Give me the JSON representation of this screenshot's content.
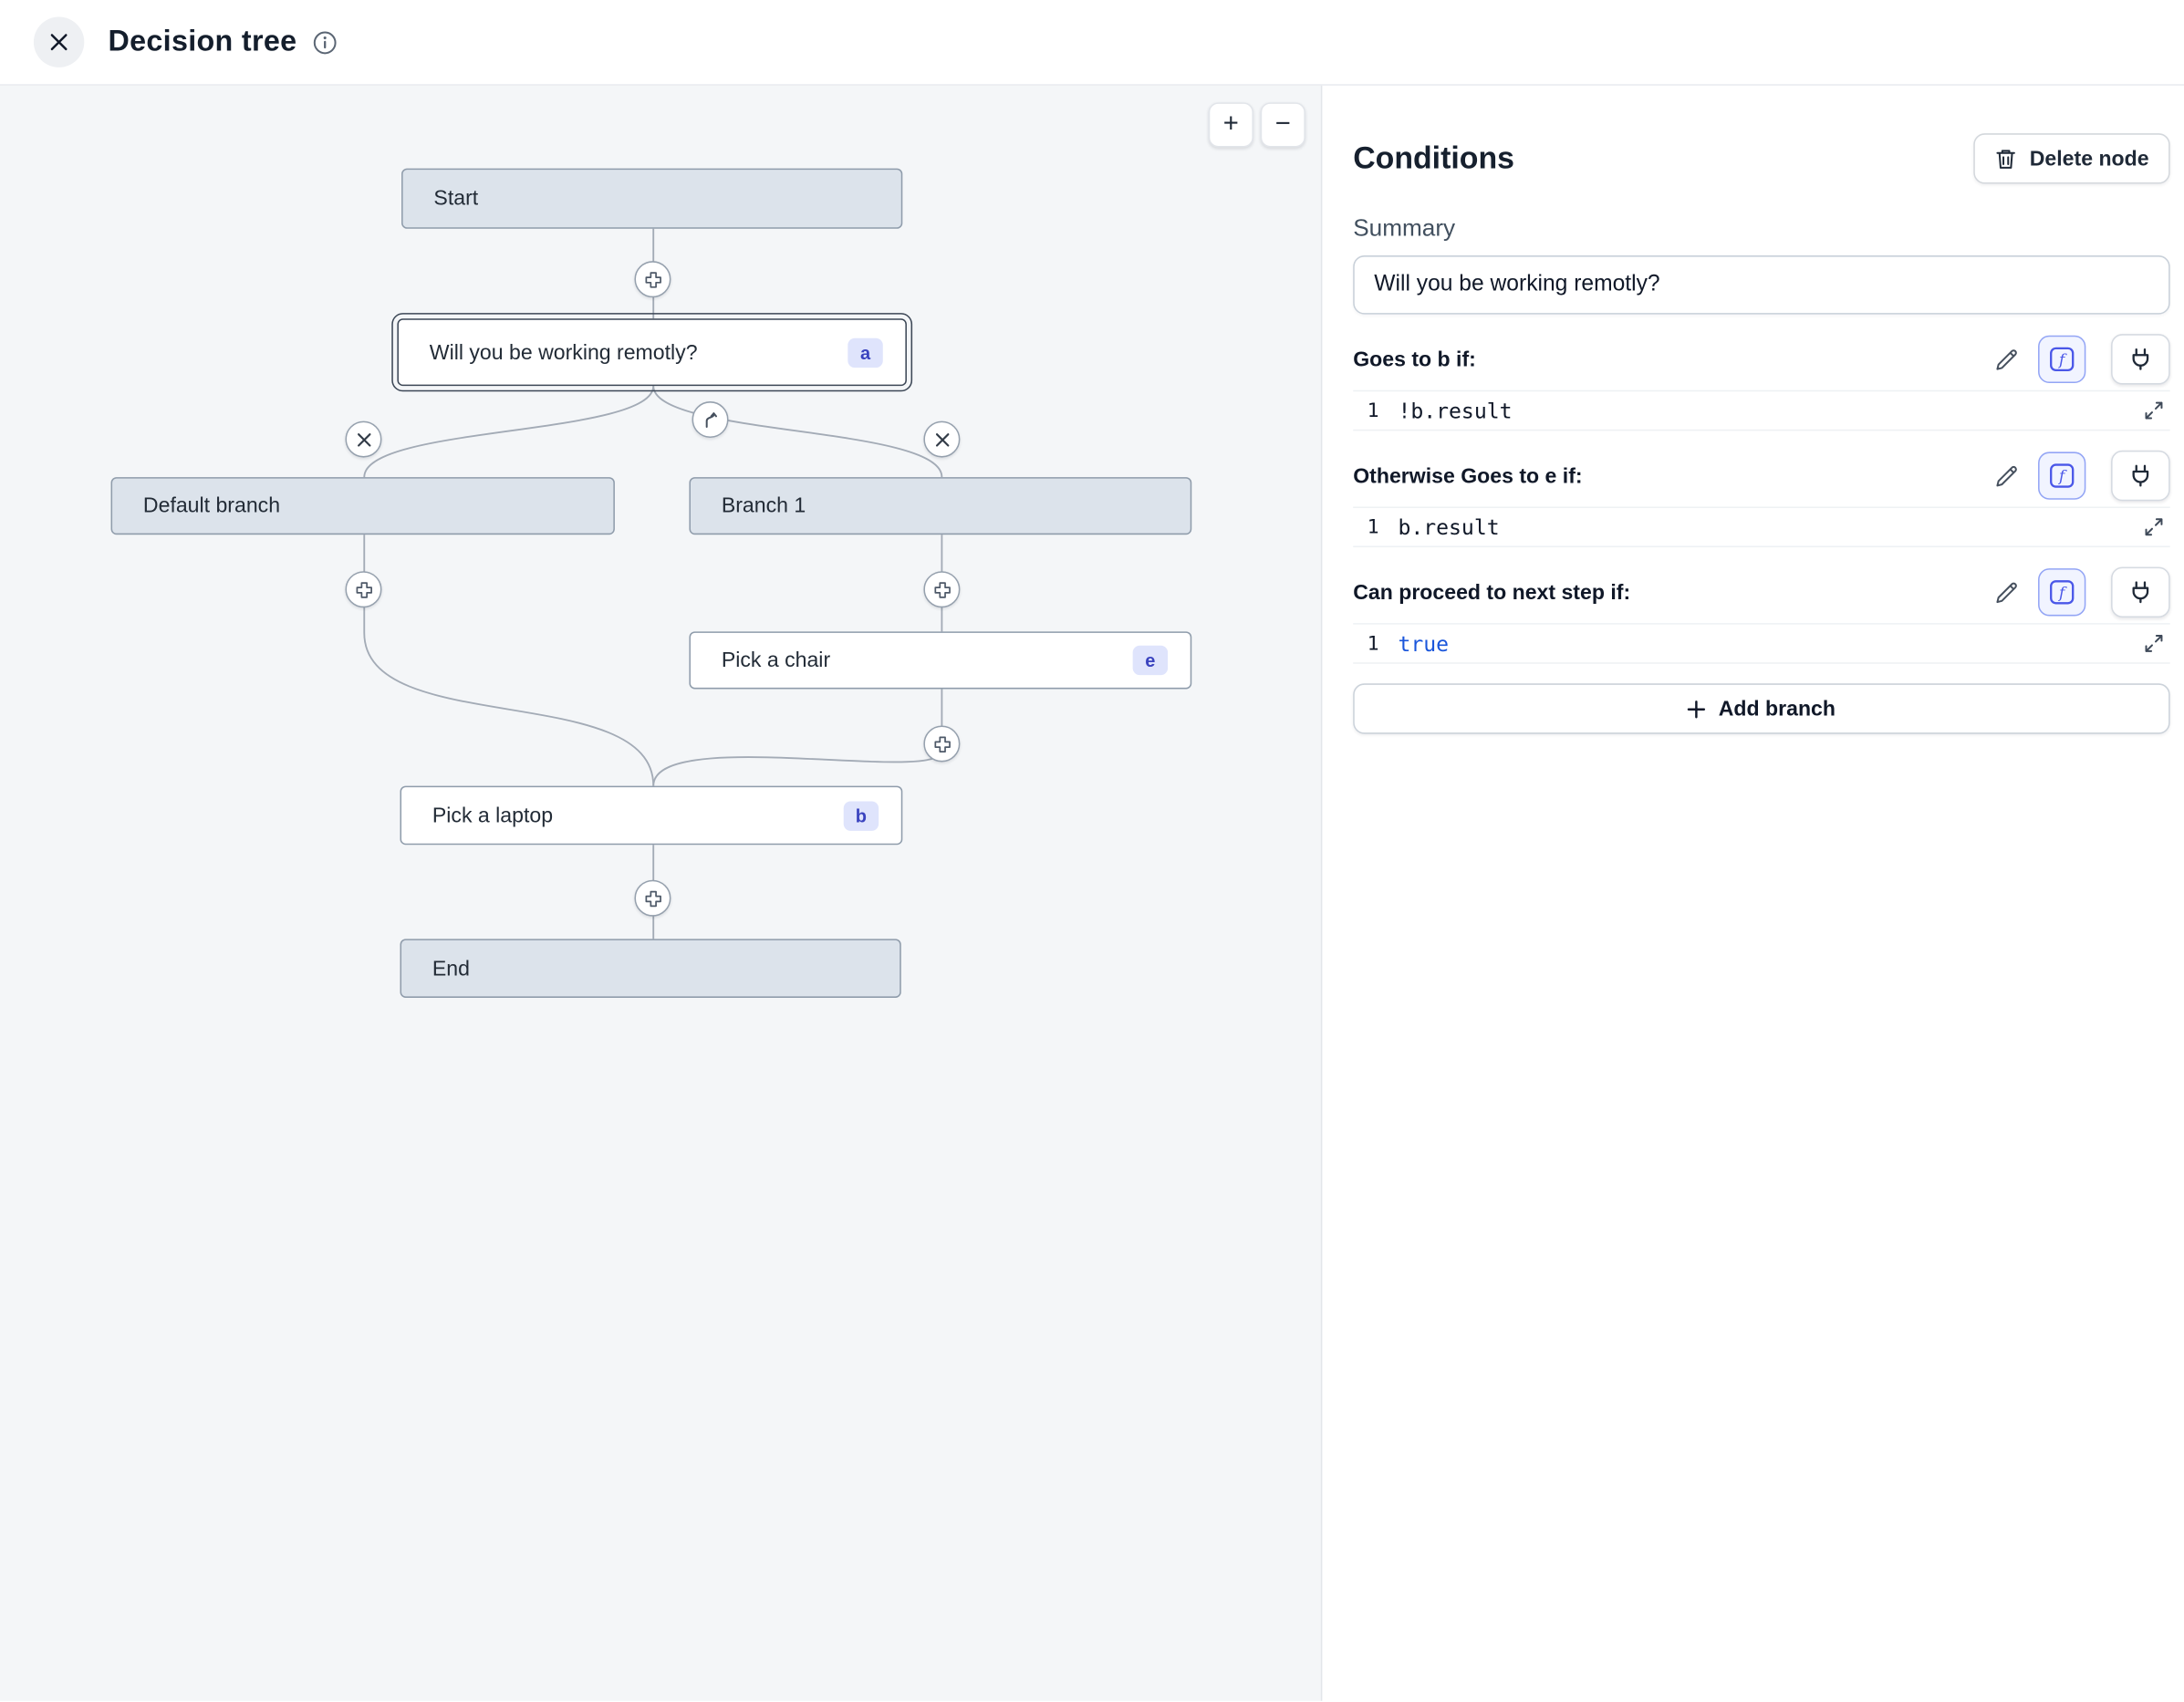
{
  "header": {
    "title": "Decision tree"
  },
  "canvas": {
    "zoom_in": "+",
    "zoom_out": "−",
    "nodes": {
      "start": {
        "label": "Start"
      },
      "question": {
        "label": "Will you be working remotly?",
        "badge": "a"
      },
      "default_branch": {
        "label": "Default branch"
      },
      "branch_1": {
        "label": "Branch 1"
      },
      "pick_chair": {
        "label": "Pick a chair",
        "badge": "e"
      },
      "pick_laptop": {
        "label": "Pick a laptop",
        "badge": "b"
      },
      "end": {
        "label": "End"
      }
    }
  },
  "panel": {
    "title": "Conditions",
    "delete_node": "Delete node",
    "summary_label": "Summary",
    "summary_value": "Will you be working remotly?",
    "sections": [
      {
        "label": "Goes to b if:",
        "line": "1",
        "code": "!b.result"
      },
      {
        "label": "Otherwise Goes to e if:",
        "line": "1",
        "code": "b.result"
      },
      {
        "label": "Can proceed to next step if:",
        "line": "1",
        "code": "true"
      }
    ],
    "add_branch": "Add branch"
  },
  "icons": {
    "close": "close-icon",
    "info": "info-icon",
    "add_step": "plus-icon",
    "remove_branch": "x-icon",
    "branch_split": "branch-split-icon",
    "delete": "trash-icon",
    "edit": "pencil-icon",
    "function": "function-icon",
    "connector": "plug-icon",
    "expand": "expand-icon"
  }
}
